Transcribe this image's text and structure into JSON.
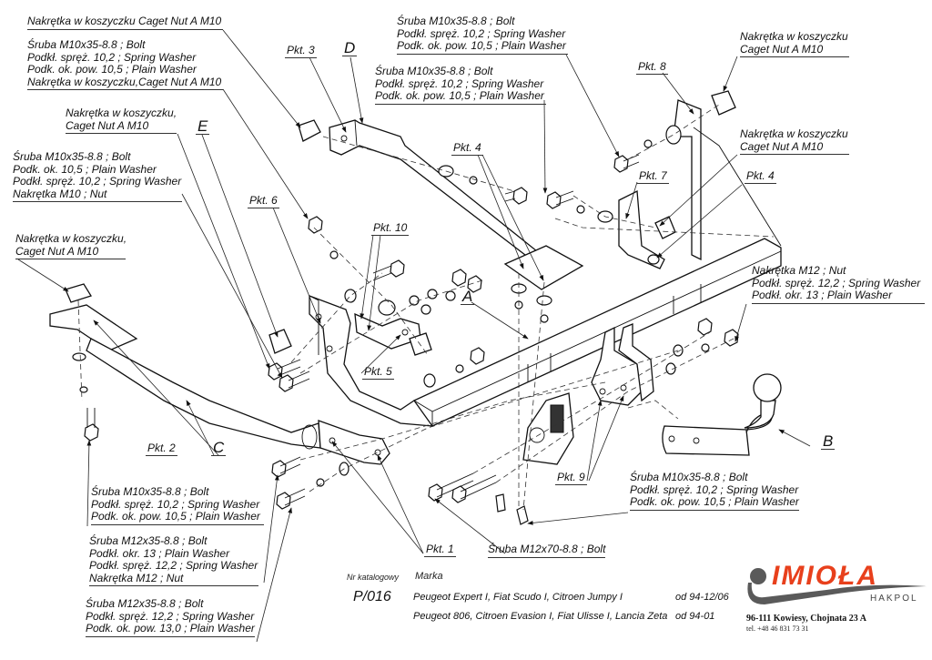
{
  "callouts": {
    "caget_nut_top": [
      "Nakrętka w koszyczku Caget Nut A M10"
    ],
    "bolt_set_top_left": [
      "Śruba M10x35-8.8   ;  Bolt",
      "Podkł. spręż. 10,2 ; Spring Washer",
      "Podk. ok. pow. 10,5 ; Plain Washer",
      "Nakrętka w koszyczku,Caget Nut A M10"
    ],
    "caget_nut_e": [
      "Nakrętka w koszyczku,",
      "Caget Nut A M10"
    ],
    "bolt_set_nut_m10": [
      "Śruba M10x35-8.8   ;  Bolt",
      "Podk. ok. 10,5 ; Plain Washer",
      "Podkł. spręż. 10,2 ; Spring Washer",
      "Nakrętka  M10 ; Nut"
    ],
    "caget_nut_left": [
      "Nakrętka w koszyczku,",
      "Caget Nut A M10"
    ],
    "bolt_set_top_center_upper": [
      "Śruba M10x35-8.8   ;  Bolt",
      "Podkł. spręż. 10,2 ; Spring Washer",
      "Podk. ok. pow. 10,5 ; Plain Washer"
    ],
    "bolt_set_top_center_lower": [
      "Śruba M10x35-8.8   ;  Bolt",
      "Podkł. spręż. 10,2 ; Spring Washer",
      "Podk. ok. pow. 10,5 ; Plain Washer"
    ],
    "caget_nut_top_right": [
      "Nakrętka w koszyczku",
      "Caget Nut A M10"
    ],
    "caget_nut_right": [
      "Nakrętka w koszyczku",
      "Caget Nut A M10"
    ],
    "nut_set_m12_right": [
      "Nakrętka  M12 ; Nut",
      "Podkł. spręż. 12,2 ; Spring Washer",
      "Podkł. okr. 13 ; Plain Washer"
    ],
    "bolt_set_bottom_left": [
      "Śruba M10x35-8.8   ;  Bolt",
      "Podkł. spręż. 10,2 ; Spring Washer",
      "Podk. ok. pow. 10,5 ; Plain Washer"
    ],
    "bolt_set_m12_a": [
      "Śruba M12x35-8.8   ;  Bolt",
      "Podkł. okr. 13 ; Plain Washer",
      "Podkł. spręż. 12,2 ; Spring Washer",
      "Nakrętka  M12 ; Nut"
    ],
    "bolt_set_m12_b": [
      "Śruba M12x35-8.8   ;  Bolt",
      "Podkł. spręż. 12,2 ; Spring Washer",
      "Podk. ok. pow. 13,0 ; Plain Washer"
    ],
    "bolt_m12x70": [
      "Śruba M12x70-8.8   ;  Bolt"
    ],
    "bolt_set_bottom_right": [
      "Śruba M10x35-8.8   ;  Bolt",
      "Podkł. spręż. 10,2 ; Spring Washer",
      "Podk. ok. pow. 10,5 ; Plain Washer"
    ]
  },
  "points": {
    "pkt1": "Pkt. 1",
    "pkt2": "Pkt. 2",
    "pkt3": "Pkt. 3",
    "pkt4a": "Pkt. 4",
    "pkt4b": "Pkt. 4",
    "pkt5": "Pkt. 5",
    "pkt6": "Pkt. 6",
    "pkt7": "Pkt. 7",
    "pkt8": "Pkt. 8",
    "pkt9": "Pkt. 9",
    "pkt10": "Pkt. 10"
  },
  "parts": {
    "a": "A",
    "b": "B",
    "c": "C",
    "d": "D",
    "e": "E"
  },
  "catalog": {
    "nr_label": "Nr katalogowy",
    "marka_label": "Marka",
    "number": "P/016",
    "models": [
      {
        "name": "Peugeot Expert I, Fiat Scudo I, Citroen Jumpy I",
        "from": "od 94-12/06"
      },
      {
        "name": "Peugeot 806, Citroen Evasion I, Fiat Ulisse I, Lancia Zeta",
        "from": "od  94-01"
      }
    ]
  },
  "company": {
    "brand": "IMIOŁA",
    "sub": "HAKPOL",
    "address": "96-111 Kowiesy, Chojnata 23 A",
    "phone": "tel. +48 46 831 73 31",
    "brand_color": "#e8401c",
    "logo_gray": "#5a5a5a"
  }
}
